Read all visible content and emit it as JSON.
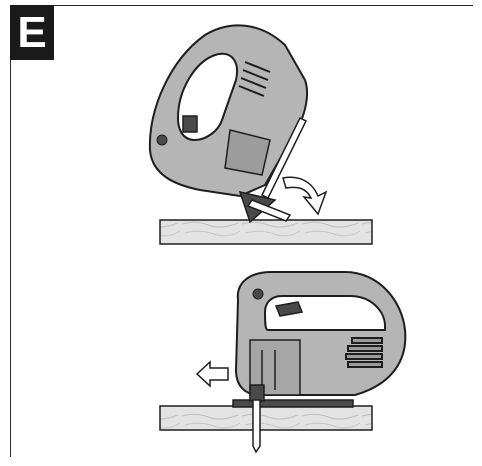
{
  "figure": {
    "label": "E",
    "step_top": {
      "description_icon": "jigsaw-tilted-blade-insertion-illustration",
      "arrow": "curved-arrow-icon"
    },
    "step_bottom": {
      "description_icon": "jigsaw-forward-cutting-illustration",
      "arrow": "left-arrow-icon"
    }
  },
  "colors": {
    "tool_gray": "#b5b5b5",
    "tool_dark": "#4a4a4a",
    "board": "#e3e3e3",
    "outline": "#1e1e1e",
    "badge_bg": "#1a1a1a"
  }
}
